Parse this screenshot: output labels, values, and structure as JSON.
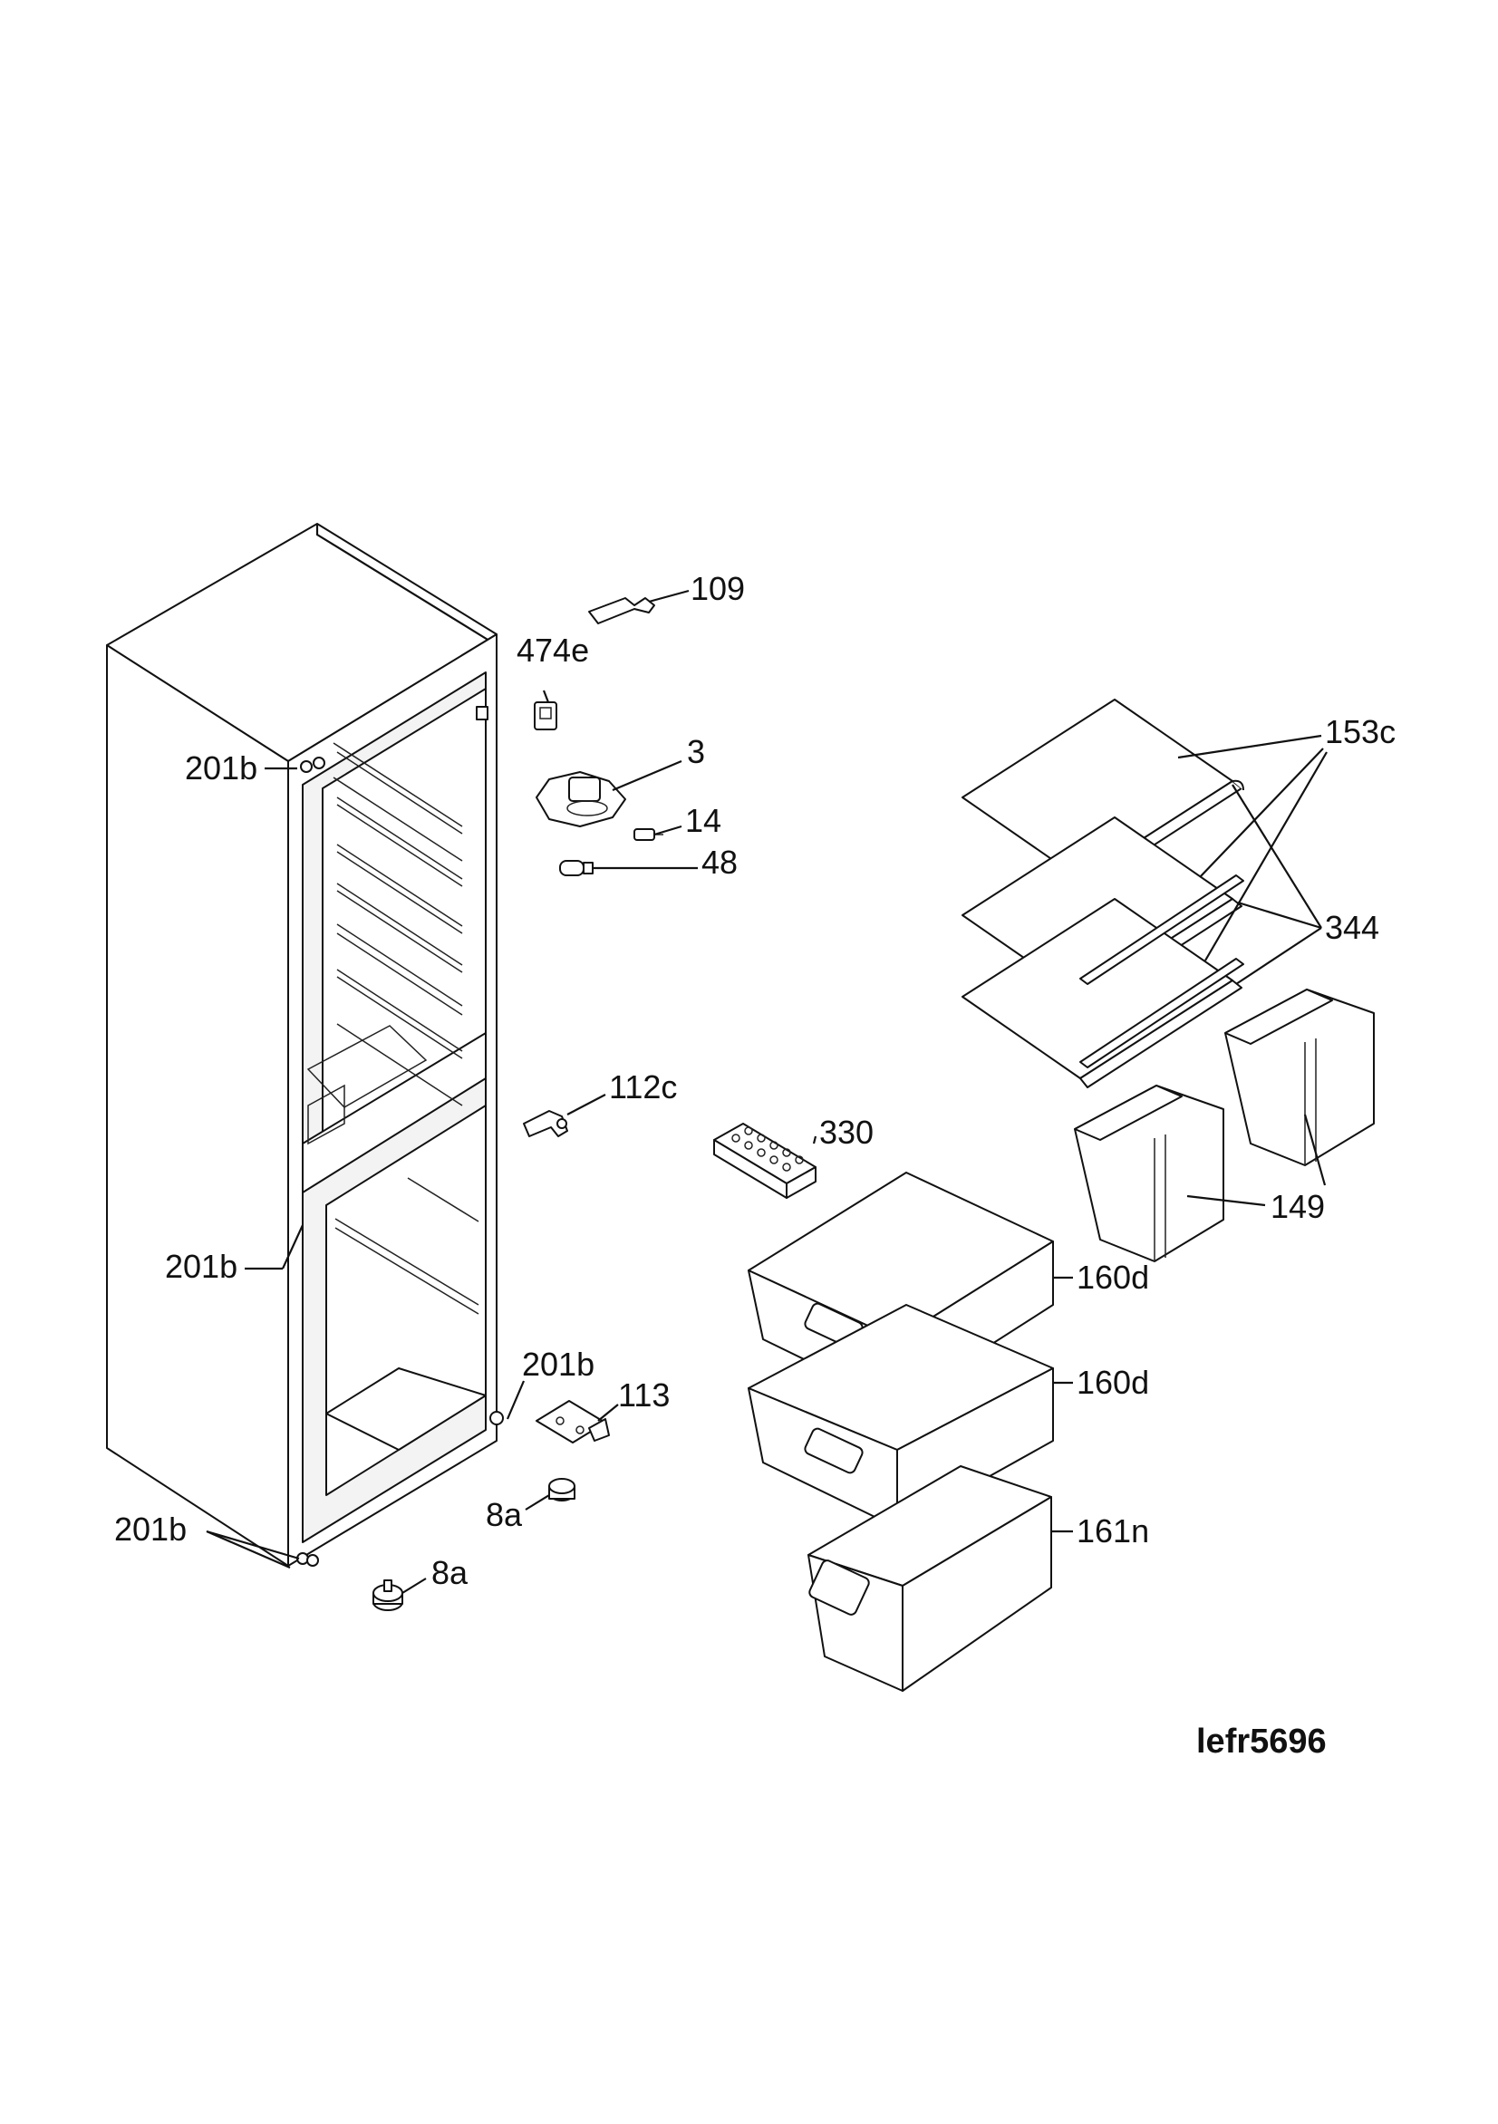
{
  "diagram": {
    "code": "lefr5696",
    "callouts": {
      "c109": "109",
      "c474e": "474e",
      "c3": "3",
      "c14": "14",
      "c48": "48",
      "c201b_top": "201b",
      "c112c": "112c",
      "c330": "330",
      "c201b_mid": "201b",
      "c201b_hinge": "201b",
      "c113": "113",
      "c8a_right": "8a",
      "c201b_bottom": "201b",
      "c8a_left": "8a",
      "c153c": "153c",
      "c344": "344",
      "c149": "149",
      "c160d_top": "160d",
      "c160d_mid": "160d",
      "c161n": "161n"
    }
  }
}
